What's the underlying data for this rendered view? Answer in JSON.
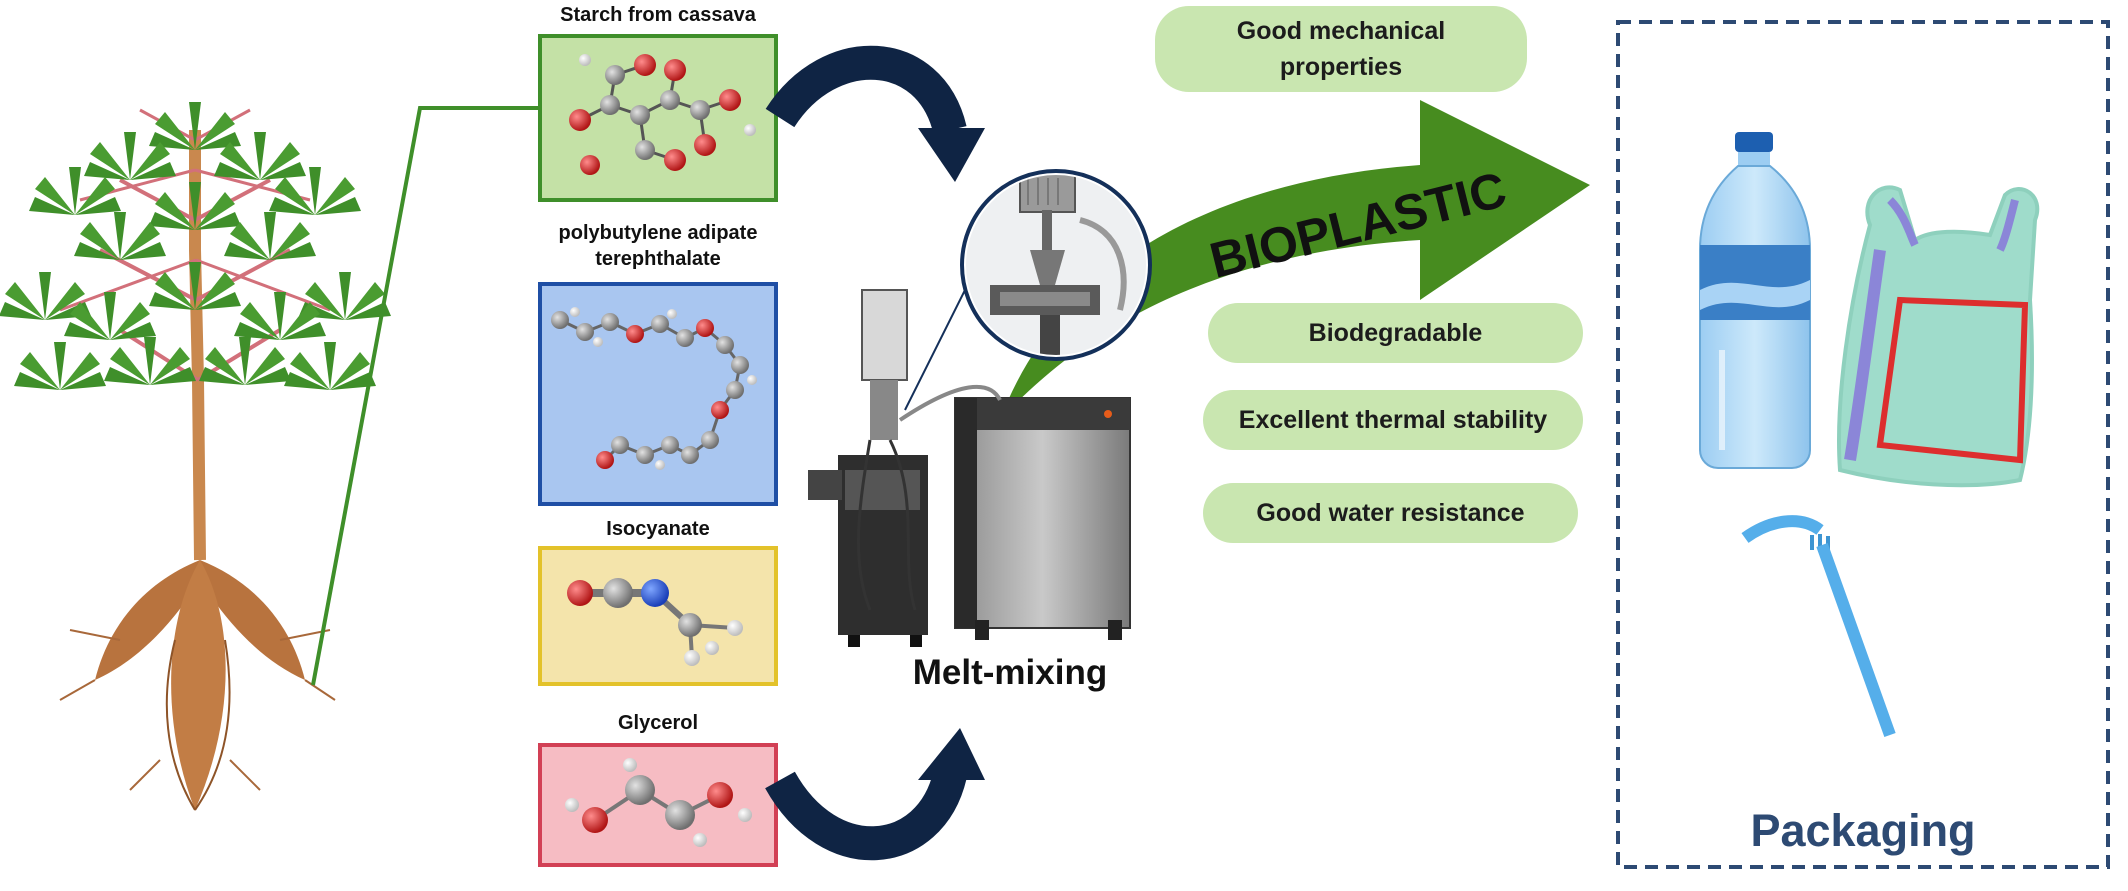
{
  "materials": {
    "starch": "Starch from cassava",
    "pbat_line1": "polybutylene adipate",
    "pbat_line2": "terephthalate",
    "isocyanate": "Isocyanate",
    "glycerol": "Glycerol"
  },
  "process": {
    "label": "Melt-mixing"
  },
  "product": {
    "label": "BIOPLASTIC"
  },
  "properties": {
    "mechanical_line1": "Good mechanical",
    "mechanical_line2": "properties",
    "biodegradable": "Biodegradable",
    "thermal": "Excellent thermal stability",
    "water": "Good water resistance"
  },
  "application": {
    "label": "Packaging"
  },
  "colors": {
    "leaf": "#3f8f2a",
    "root": "#b8733e",
    "arrow_navy": "#0f2444",
    "bioplastic_arrow": "#478c1f",
    "pill": "#c9e6b0",
    "box_starch": "#c4e1a6",
    "box_pbat": "#a9c6f0",
    "box_isocyanate": "#f4e4ab",
    "box_glycerol": "#f6bcc3",
    "packaging_border": "#2d4a73"
  }
}
